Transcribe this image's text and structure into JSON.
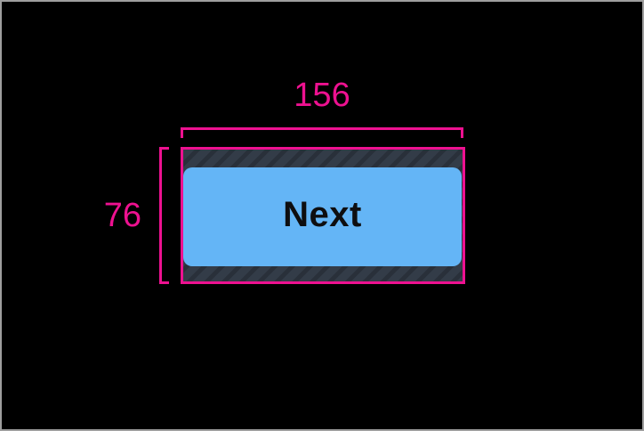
{
  "figure": {
    "description": "Tap-target size measurement overlay of a button",
    "measurements": {
      "width_label": "156",
      "height_label": "76"
    },
    "button": {
      "label": "Next"
    }
  },
  "colors": {
    "measure-pink": "#ED1190",
    "button-blue": "#64B5F6",
    "button-text": "#0E0E10",
    "hatch-base": "#333C48",
    "hatch-stripe": "#29303A",
    "canvas-black": "#000000",
    "frame-gray": "#9E9E9E"
  }
}
